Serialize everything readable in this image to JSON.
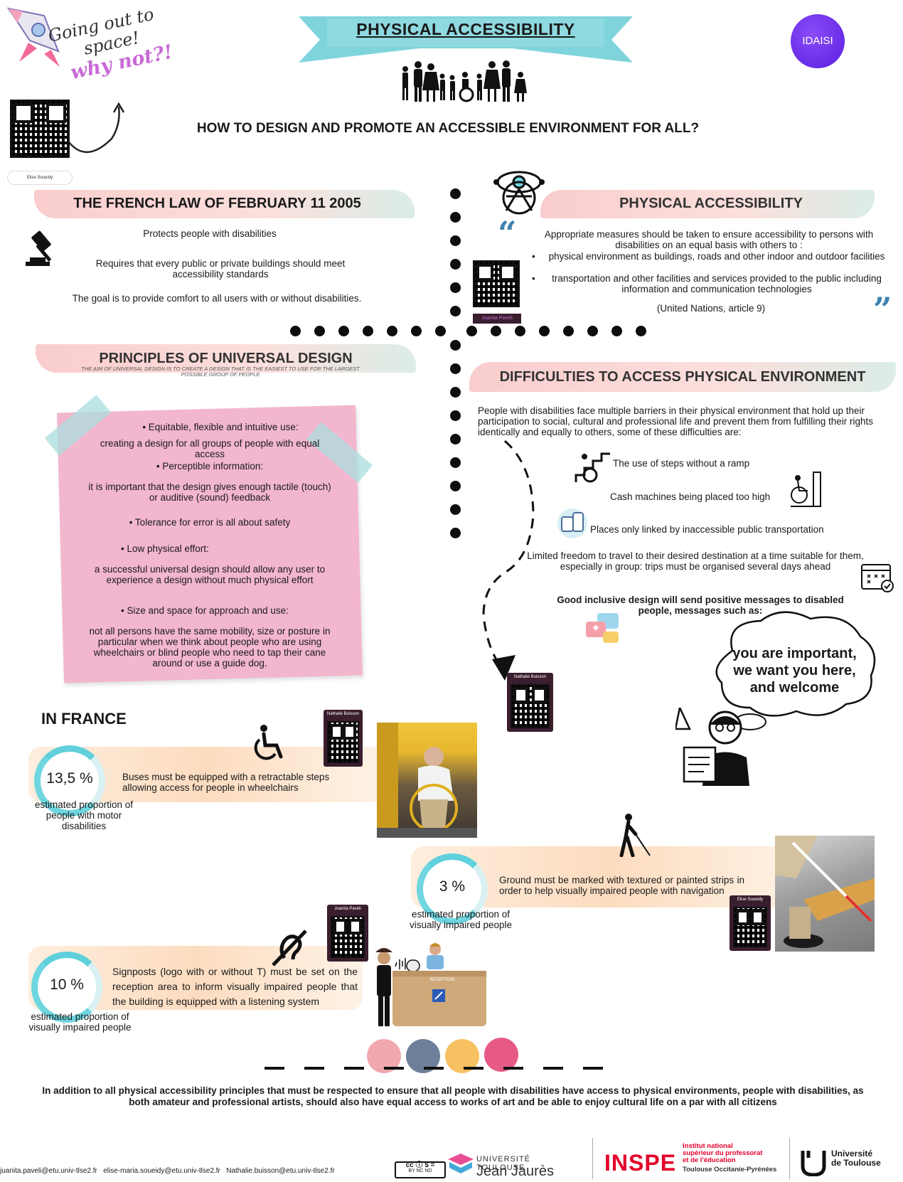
{
  "header": {
    "ribbon_title": "PHYSICAL ACCESSIBILITY",
    "main_question": "HOW TO DESIGN AND PROMOTE AN ACCESSIBLE ENVIRONMENT FOR ALL?",
    "logo_idaisi": "IDAISI",
    "going_out_line1": "Going out to",
    "going_out_line2": "space!",
    "going_out_line3": "why not?!",
    "qr_name_top": "Elise Soueidy"
  },
  "law": {
    "title": "THE FRENCH LAW OF FEBRUARY 11 2005",
    "p1": "Protects people with disabilities",
    "p2": "Requires that every public or private buildings should meet accessibility standards",
    "p3": "The goal is to provide comfort to all users with or without disabilities."
  },
  "physical": {
    "title": "PHYSICAL ACCESSIBILITY",
    "intro": "Appropriate measures should be taken to ensure accessibility to persons with disabilities on an equal basis with others to :",
    "bullet1": "physical environment as buildings, roads and other indoor and outdoor facilities",
    "bullet2": "transportation and other facilities and services provided to the public including information and communication technologies",
    "source": "(United Nations, article 9)",
    "qr_name": "Juanita Paveli"
  },
  "principles": {
    "title": "PRINCIPLES OF UNIVERSAL DESIGN",
    "subtitle": "THE AIM OF UNIVERSAL DESIGN IS TO CREATE A DESIGN THAT IS THE EASIEST TO USE FOR THE LARGEST POSSIBLE GROUP OF PEOPLE",
    "items": [
      {
        "head": "• Equitable, flexible and intuitive use:",
        "text": "creating a design for all groups of people with equal access"
      },
      {
        "head": "• Perceptible information:",
        "text": "it is important that the design gives enough tactile (touch) or auditive (sound) feedback"
      },
      {
        "head": "• Tolerance for error is all about safety",
        "text": ""
      },
      {
        "head": "• Low physical effort:",
        "text": "a successful universal design should allow any user to experience a design without much physical effort"
      },
      {
        "head": "• Size and space for approach and use:",
        "text": "not all persons have the same mobility, size or posture in particular when we think about people who are using wheelchairs or blind people who need to tap their cane around or use a guide dog."
      }
    ]
  },
  "difficulties": {
    "title": "DIFFICULTIES TO ACCESS PHYSICAL ENVIRONMENT",
    "intro": "People with disabilities face multiple barriers in their physical environment that hold up their participation to social, cultural and professional life and prevent them from fulfilling their rights identically and equally to others, some of these difficulties are:",
    "d1": "The use of steps without a ramp",
    "d2": "Cash machines being placed too high",
    "d3": "Places only linked by inaccessible public transportation",
    "d4": "Limited freedom to travel to their desired destination at a time suitable for them, especially in group: trips must be organised several days ahead",
    "good": "Good inclusive design will send positive messages to disabled people, messages such as:",
    "bubble": "you are important, we want you here, and welcome",
    "qr_name": "Nathalie Buisson"
  },
  "france": {
    "title": "IN FRANCE",
    "stats": [
      {
        "value": "13,5 %",
        "label": "estimated proportion of people with motor disabilities",
        "text": "Buses must be equipped with a retractable steps allowing access for people in wheelchairs",
        "qr_name": "Nathalie Buisson"
      },
      {
        "value": "3 %",
        "label": "estimated proportion of visually impaired people",
        "text": "Ground must be marked with textured or painted strips in order to help visually impaired people with navigation",
        "qr_name": "Elise Soueidy"
      },
      {
        "value": "10 %",
        "label": "estimated proportion of visually impaired people",
        "text": "Signposts (logo with or without T) must be set on the reception area to inform visually impaired people that the building is equipped with a listening system",
        "qr_name": "Juanita Paveli"
      }
    ],
    "reception_label": "RECEPTION"
  },
  "conclusion": "In addition to all physical accessibility principles that must be respected to ensure that all people with disabilities have access to physical environments, people with disabilities, as both amateur and professional artists, should also have equal access to works of art and be able to enjoy cultural life on a par with all citizens",
  "footer": {
    "emails": "juanita.paveli@etu.univ-tlse2.fr   elise-maria.soueidy@etu.univ-tlse2.fr   Nathalie.buisson@etu.univ-tlse2.fr",
    "cc": "BY NC ND",
    "ut2j_line1": "UNIVERSITÉ TOULOUSE",
    "ut2j_line2": "Jean Jaurès",
    "inspe_big": "INSPE",
    "inspe_l1": "Institut national",
    "inspe_l2": "supérieur du professorat",
    "inspe_l3": "et de l'éducation",
    "inspe_l4": "Toulouse Occitanie-Pyrénées",
    "ut_l1": "Université",
    "ut_l2": "de Toulouse"
  },
  "colors": {
    "ribbon": "#7fd4dc",
    "ring": "#6fd6e0",
    "pink_note": "#f2b6cf",
    "brand_purple": "#6b2cf0",
    "inspe_red": "#e4002b"
  }
}
